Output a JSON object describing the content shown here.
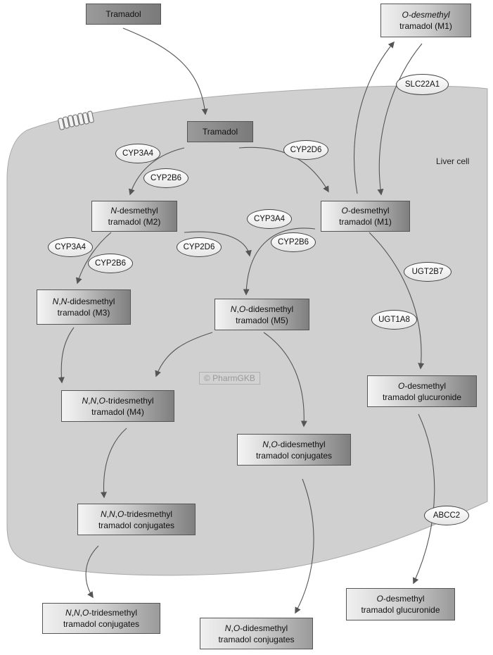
{
  "cell_label": "Liver cell",
  "watermark": "© PharmGKB",
  "colors": {
    "cell_fill": "#d0d0d0",
    "cell_stroke": "#a8a8a8",
    "arrow": "#555555"
  },
  "boxes": {
    "tramadol_outside": {
      "l1": "Tramadol",
      "l2": ""
    },
    "m1_outside": {
      "l1": "O-desmethyl",
      "l2": "tramadol (M1)"
    },
    "tramadol_inside": {
      "l1": "Tramadol",
      "l2": ""
    },
    "m2": {
      "l1": "N-desmethyl",
      "l2": "tramadol (M2)"
    },
    "m1_inside": {
      "l1": "O-desmethyl",
      "l2": "tramadol (M1)"
    },
    "m3": {
      "l1": "N,N-didesmethyl",
      "l2": "tramadol (M3)"
    },
    "m5": {
      "l1": "N,O-didesmethyl",
      "l2": "tramadol (M5)"
    },
    "m1_glucuronide_inside": {
      "l1": "O-desmethyl",
      "l2": "tramadol glucuronide"
    },
    "m4": {
      "l1": "N,N,O-tridesmethyl",
      "l2": "tramadol (M4)"
    },
    "m5_conjugates_inside": {
      "l1": "N,O-didesmethyl",
      "l2": "tramadol conjugates"
    },
    "m4_conjugates_inside": {
      "l1": "N,N,O-tridesmethyl",
      "l2": "tramadol conjugates"
    },
    "m1_glucuronide_outside": {
      "l1": "O-desmethyl",
      "l2": "tramadol glucuronide"
    },
    "m4_conjugates_outside": {
      "l1": "N,N,O-tridesmethyl",
      "l2": "tramadol conjugates"
    },
    "m5_conjugates_outside": {
      "l1": "N,O-didesmethyl",
      "l2": "tramadol conjugates"
    }
  },
  "enzymes": {
    "slc22a1": "SLC22A1",
    "cyp3a4_a": "CYP3A4",
    "cyp2b6_a": "CYP2B6",
    "cyp2d6_a": "CYP2D6",
    "cyp3a4_b": "CYP3A4",
    "cyp3a4_c": "CYP3A4",
    "cyp2d6_b": "CYP2D6",
    "cyp2b6_b": "CYP2B6",
    "cyp2b6_c": "CYP2B6",
    "ugt2b7": "UGT2B7",
    "ugt1a8": "UGT1A8",
    "abcc2": "ABCC2"
  }
}
